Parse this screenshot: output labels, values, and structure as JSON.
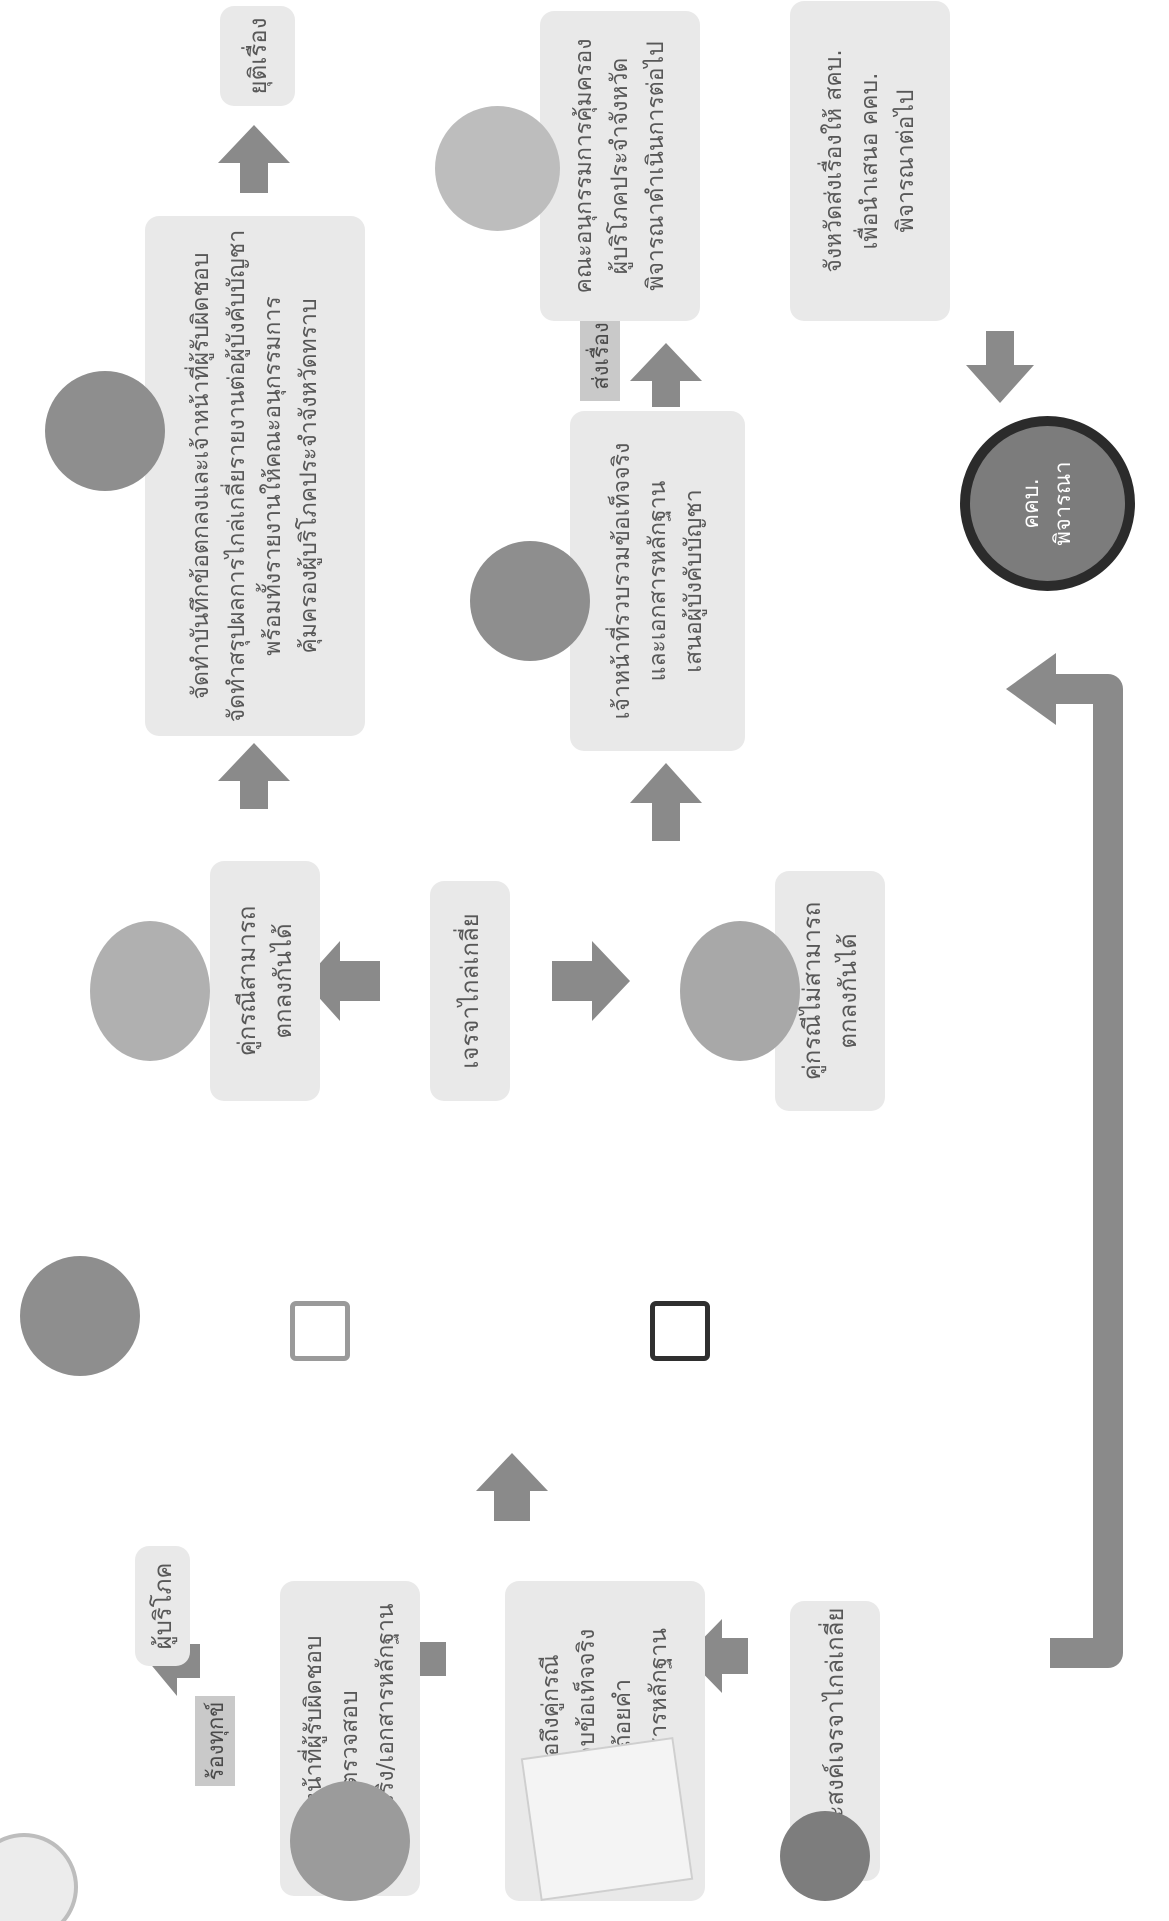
{
  "steps": {
    "consumer": "ผู้บริโภค",
    "complaint_tag": "ร้องทุกข์",
    "officer_check": [
      "เจ้าหน้าที่ผู้รับผิดชอบ",
      "ตรวจสอบ",
      "ข้อเท็จจริง/เอกสารหลักฐาน"
    ],
    "letter": [
      "มีหนังสือถึงคู่กรณี",
      "เพื่อขอทราบข้อเท็จจริง",
      "มาให้ถ้อยคำ",
      "และส่งเอกสารหลักฐาน"
    ],
    "no_mediation": "ไม่ประสงค์เจรจาไกล่เกลี่ย",
    "mediation": "เจรจาไกล่เกลี่ย",
    "agree": [
      "คู่กรณีสามารถ",
      "ตกลงกันได้"
    ],
    "disagree": [
      "คู่กรณีไม่สามารถ",
      "ตกลงกันได้"
    ],
    "record": [
      "จัดทำบันทึกข้อตกลงและเจ้าหน้าที่ผู้รับผิดชอบ",
      "จัดทำสรุปผลการไกล่เกลี่ยรายงานต่อผู้บังคับบัญชา",
      "พร้อมทั้งรายงานให้คณะอนุกรรมการ",
      "คุ้มครองผู้บริโภคประจำจังหวัดทราบ"
    ],
    "end": "ยุติเรื่อง",
    "officer_collect": [
      "เจ้าหน้าที่รวบรวมข้อเท็จจริง",
      "และเอกสารหลักฐาน",
      "เสนอผู้บังคับบัญชา"
    ],
    "send_tag": "ส่งเรื่อง",
    "subcommittee": [
      "คณะอนุกรรมการคุ้มครอง",
      "ผู้บริโภคประจำจังหวัด",
      "พิจารณาดำเนินการต่อไป"
    ],
    "province": [
      "จังหวัดส่งเรื่องให้ สคบ.",
      "เพื่อนำเสนอ คคบ.",
      "พิจารณาต่อไป"
    ],
    "kkb": [
      "คคบ.",
      "พิจารณา"
    ]
  },
  "icons": {
    "seal": "seal-icon",
    "check": "check-mark-icon",
    "cross": "cross-mark-icon",
    "documents": "documents-icon",
    "no_comic": "no-burst-icon",
    "building": "building-icon"
  },
  "colors": {
    "box": "#e9e9e9",
    "arrow": "#8a8a8a",
    "tag": "#c9c9c9",
    "text": "#585858"
  }
}
